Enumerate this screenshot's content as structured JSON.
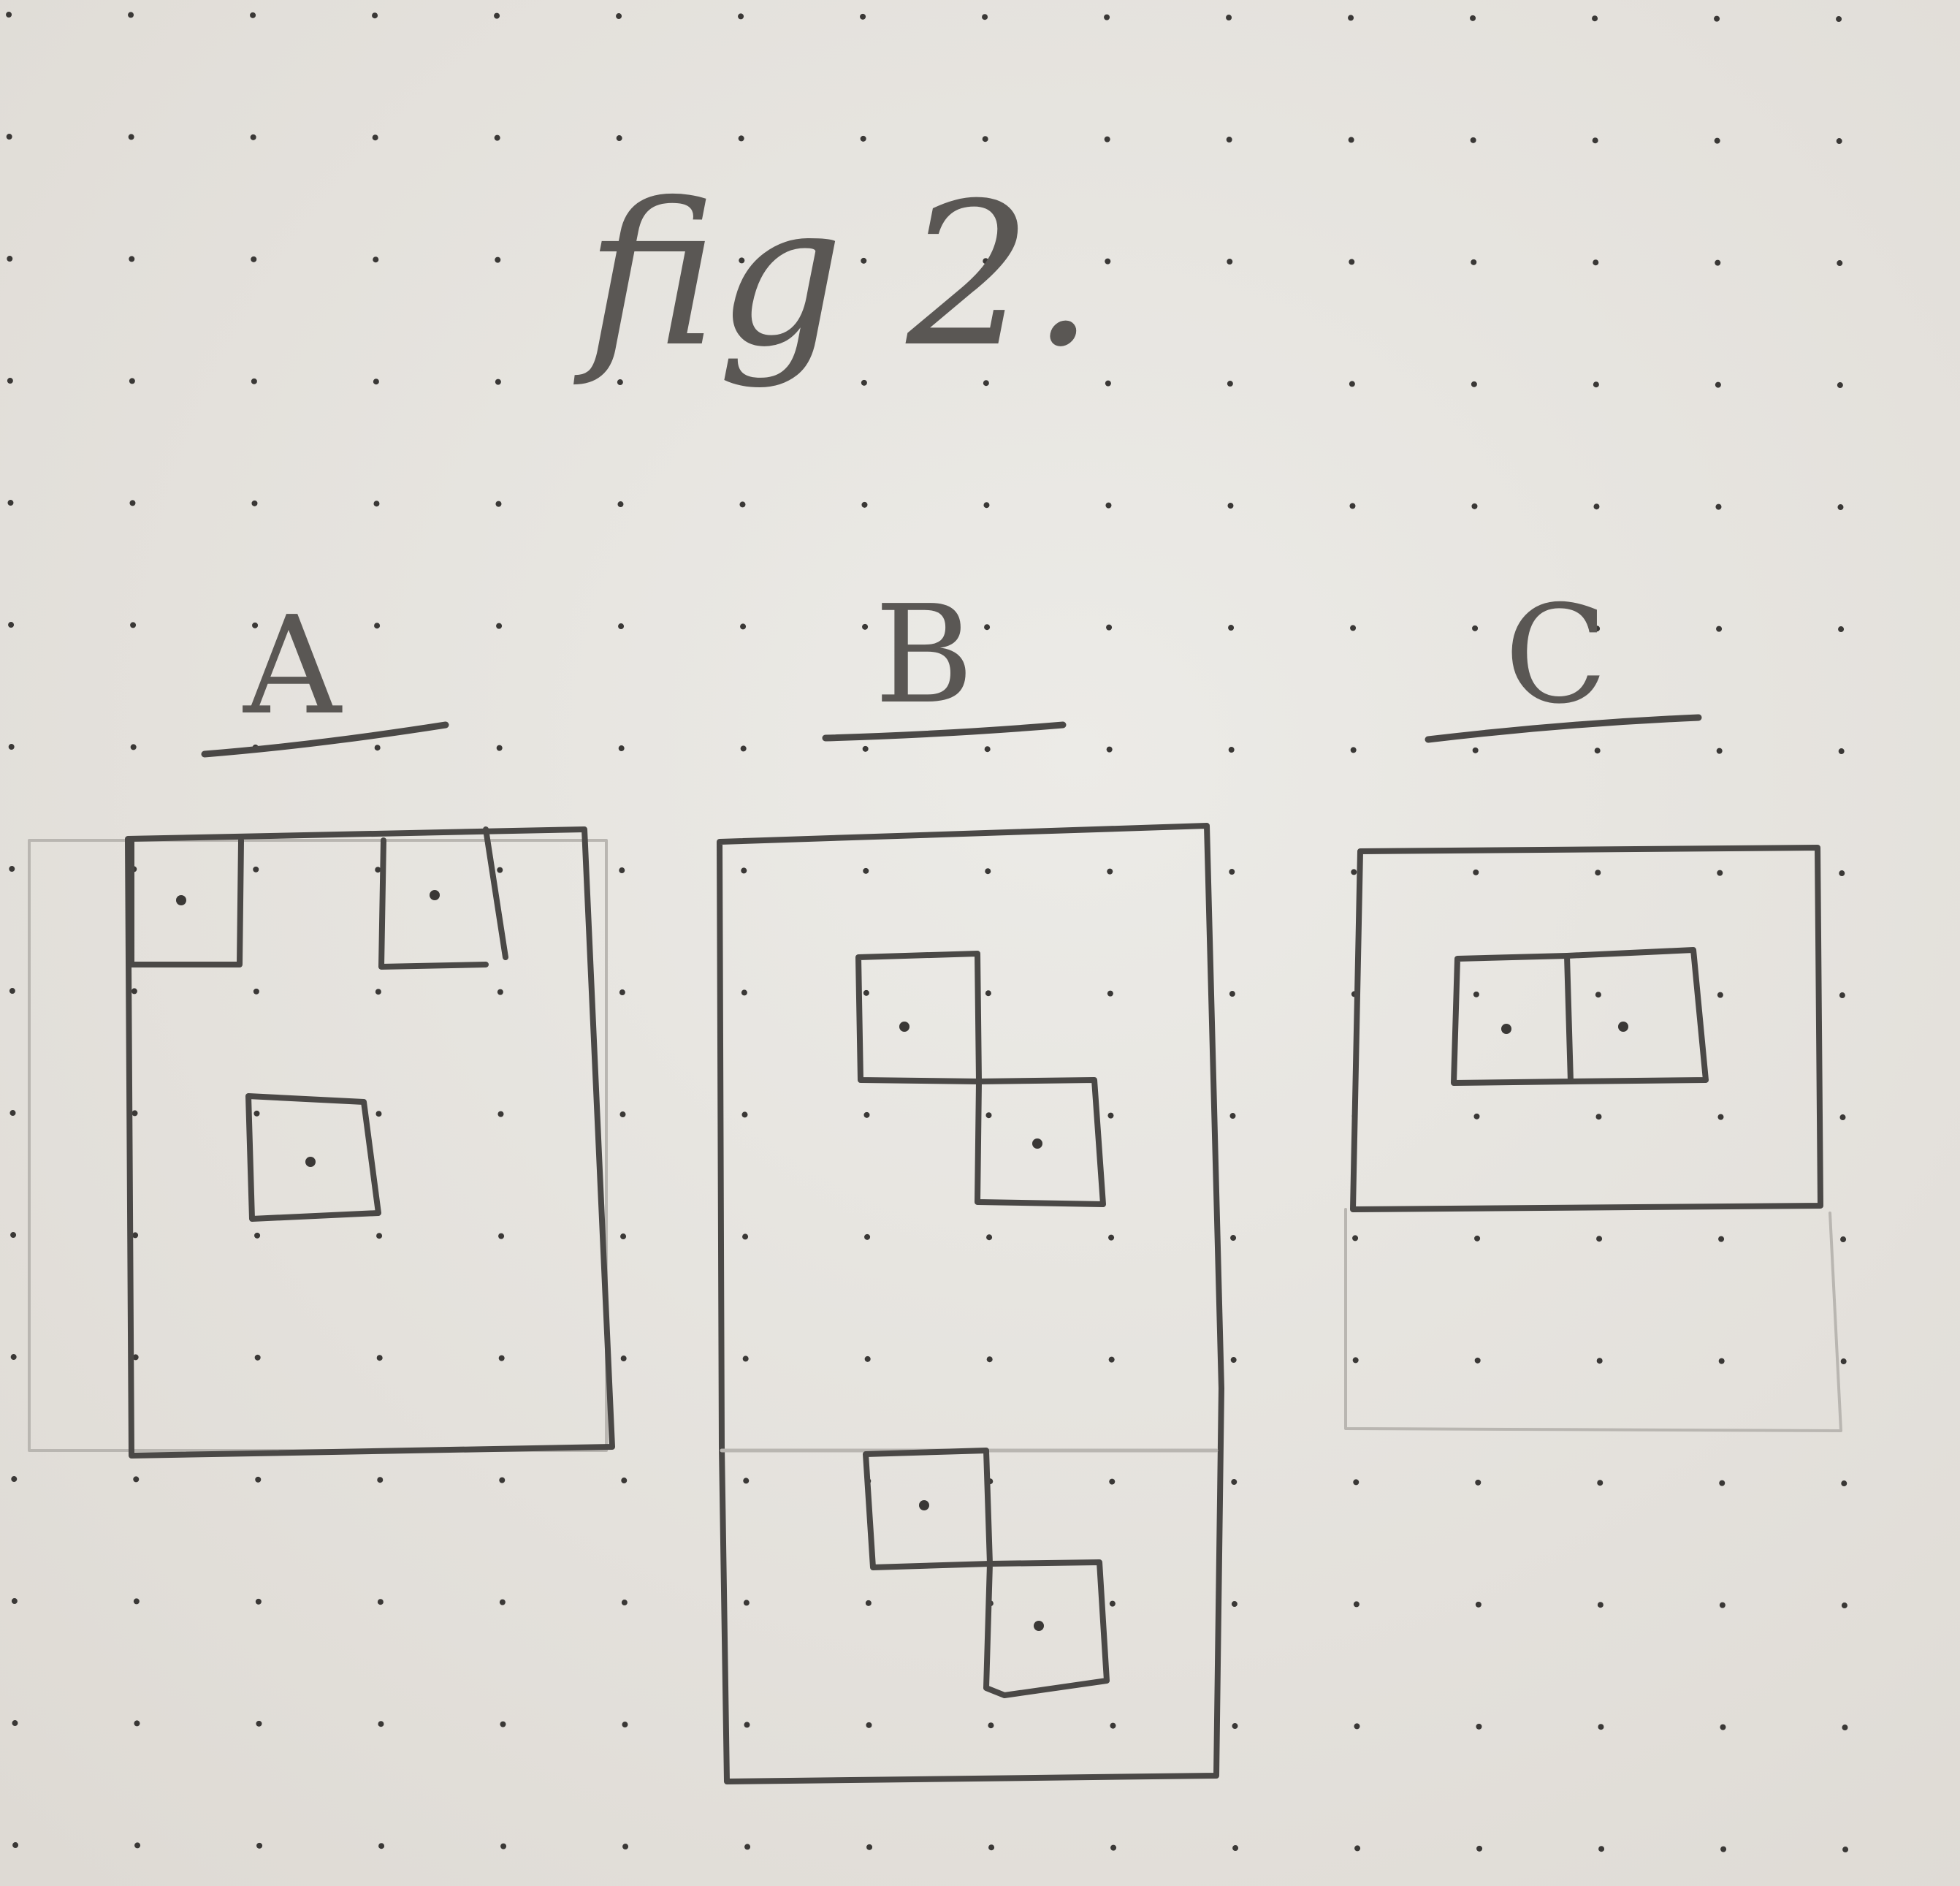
{
  "title": "fig 2.",
  "panels": [
    {
      "label": "A"
    },
    {
      "label": "B"
    },
    {
      "label": "C"
    }
  ],
  "colors": {
    "paper": "#e9e6e1",
    "dot": "#3a3836",
    "pencil": "#4a4846",
    "faint_pencil": "#b9b6b1"
  }
}
